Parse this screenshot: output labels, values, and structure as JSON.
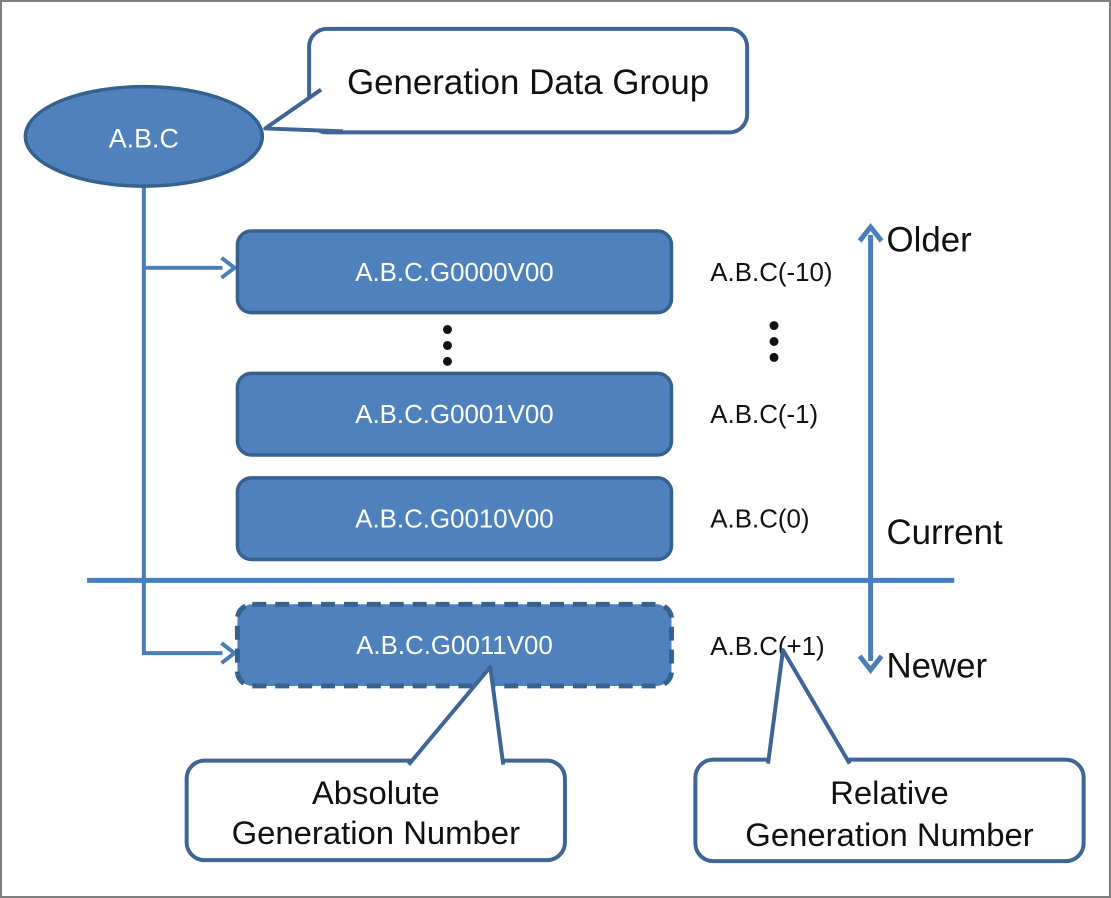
{
  "diagram": {
    "title_hint": "Generation Data Group structure diagram",
    "root_node": {
      "label": "A.B.C"
    },
    "top_callout": {
      "label": "Generation Data Group"
    },
    "generations": [
      {
        "dataset": "A.B.C.G0000V00",
        "relative": "A.B.C(-10)",
        "style": "solid"
      },
      {
        "dataset": "A.B.C.G0001V00",
        "relative": "A.B.C(-1)",
        "style": "solid"
      },
      {
        "dataset": "A.B.C.G0010V00",
        "relative": "A.B.C(0)",
        "style": "solid"
      },
      {
        "dataset": "A.B.C.G0011V00",
        "relative": "A.B.C(+1)",
        "style": "dashed"
      }
    ],
    "ellipsis_symbol": "⋮",
    "timeline": {
      "older": "Older",
      "current": "Current",
      "newer": "Newer"
    },
    "bottom_callouts": {
      "absolute": {
        "line1": "Absolute",
        "line2": "Generation Number"
      },
      "relative": {
        "line1": "Relative",
        "line2": "Generation Number"
      }
    },
    "colors": {
      "shape_fill": "#4f81bd",
      "shape_border": "#35618e",
      "connector": "#4a7ebb",
      "callout_border": "#3f6596",
      "text_on_shape": "#ffffff",
      "text": "#111111",
      "frame_border": "#7f7f7f",
      "background": "#ffffff"
    }
  }
}
